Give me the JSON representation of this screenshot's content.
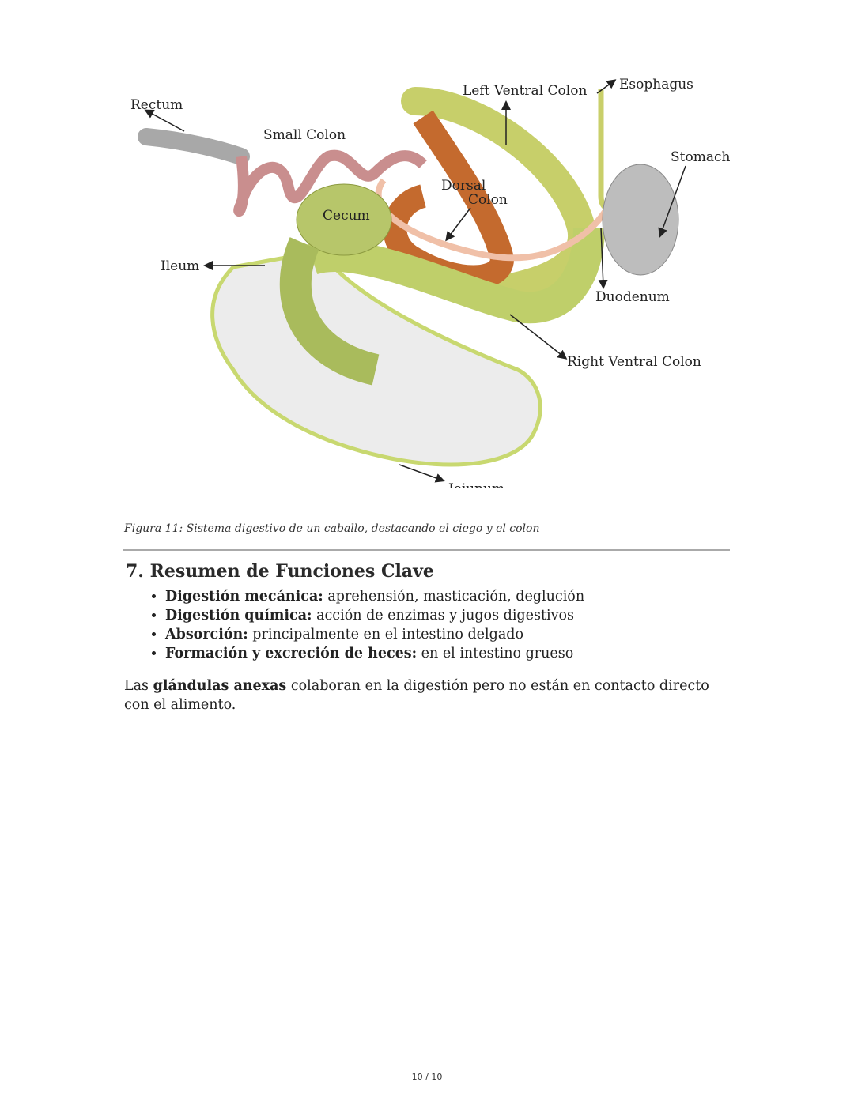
{
  "figure": {
    "labels": {
      "rectum": "Rectum",
      "small_colon": "Small Colon",
      "left_ventral_colon": "Left Ventral Colon",
      "esophagus": "Esophagus",
      "stomach": "Stomach",
      "dorsal": "Dorsal",
      "colon": "Colon",
      "cecum": "Cecum",
      "ileum": "Ileum",
      "duodenum": "Duodenum",
      "right_ventral_colon": "Right Ventral Colon",
      "jejunum": "Jejunum"
    },
    "caption": "Figura 11: Sistema digestivo de un caballo, destacando el ciego y el colon"
  },
  "section": {
    "title": "7. Resumen de Funciones Clave",
    "items": [
      {
        "term": "Digestión mecánica:",
        "text": " aprehensión, masticación, deglución"
      },
      {
        "term": "Digestión química:",
        "text": " acción de enzimas y jugos digestivos"
      },
      {
        "term": "Absorción:",
        "text": " principalmente en el intestino delgado"
      },
      {
        "term": "Formación y excreción de heces:",
        "text": " en el intestino grueso"
      }
    ],
    "paragraph": {
      "before": "Las ",
      "bold": "glándulas anexas",
      "after": " colaboran en la digestión pero no están en contacto directo con el alimento."
    }
  },
  "footer": {
    "page": "10 / 10"
  }
}
